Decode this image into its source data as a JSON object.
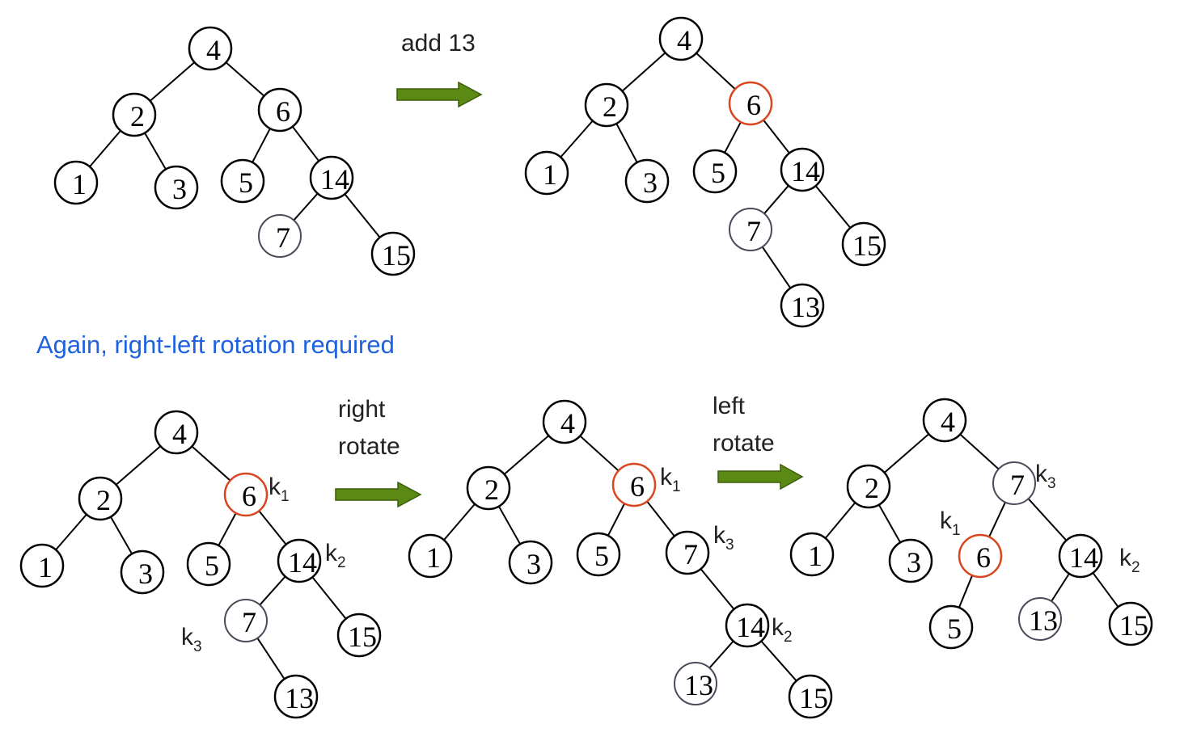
{
  "labels": {
    "add": "add 13",
    "caption": "Again, right-left rotation required",
    "right_rotate": [
      "right",
      "rotate"
    ],
    "left_rotate": [
      "left",
      "rotate"
    ]
  },
  "trees": [
    {
      "id": "before-insert",
      "nodes": [
        {
          "id": "n4",
          "value": "4"
        },
        {
          "id": "n2",
          "value": "2"
        },
        {
          "id": "n6",
          "value": "6"
        },
        {
          "id": "n1",
          "value": "1"
        },
        {
          "id": "n3",
          "value": "3"
        },
        {
          "id": "n5",
          "value": "5"
        },
        {
          "id": "n14",
          "value": "14"
        },
        {
          "id": "n7",
          "value": "7",
          "style": "gray"
        },
        {
          "id": "n15",
          "value": "15"
        }
      ],
      "edges": [
        [
          "n4",
          "n2"
        ],
        [
          "n4",
          "n6"
        ],
        [
          "n2",
          "n1"
        ],
        [
          "n2",
          "n3"
        ],
        [
          "n6",
          "n5"
        ],
        [
          "n6",
          "n14"
        ],
        [
          "n14",
          "n7"
        ],
        [
          "n14",
          "n15"
        ]
      ],
      "k_labels": []
    },
    {
      "id": "after-insert",
      "nodes": [
        {
          "id": "n4",
          "value": "4"
        },
        {
          "id": "n2",
          "value": "2"
        },
        {
          "id": "n6",
          "value": "6",
          "style": "red"
        },
        {
          "id": "n1",
          "value": "1"
        },
        {
          "id": "n3",
          "value": "3"
        },
        {
          "id": "n5",
          "value": "5"
        },
        {
          "id": "n14",
          "value": "14"
        },
        {
          "id": "n7",
          "value": "7",
          "style": "gray"
        },
        {
          "id": "n15",
          "value": "15"
        },
        {
          "id": "n13",
          "value": "13"
        }
      ],
      "edges": [
        [
          "n4",
          "n2"
        ],
        [
          "n4",
          "n6"
        ],
        [
          "n2",
          "n1"
        ],
        [
          "n2",
          "n3"
        ],
        [
          "n6",
          "n5"
        ],
        [
          "n6",
          "n14"
        ],
        [
          "n14",
          "n7"
        ],
        [
          "n14",
          "n15"
        ],
        [
          "n7",
          "n13"
        ]
      ],
      "k_labels": []
    },
    {
      "id": "rotation-start",
      "nodes": [
        {
          "id": "n4",
          "value": "4"
        },
        {
          "id": "n2",
          "value": "2"
        },
        {
          "id": "n6",
          "value": "6",
          "style": "red"
        },
        {
          "id": "n1",
          "value": "1"
        },
        {
          "id": "n3",
          "value": "3"
        },
        {
          "id": "n5",
          "value": "5"
        },
        {
          "id": "n14",
          "value": "14"
        },
        {
          "id": "n7",
          "value": "7",
          "style": "gray"
        },
        {
          "id": "n15",
          "value": "15"
        },
        {
          "id": "n13",
          "value": "13"
        }
      ],
      "edges": [
        [
          "n4",
          "n2"
        ],
        [
          "n4",
          "n6"
        ],
        [
          "n2",
          "n1"
        ],
        [
          "n2",
          "n3"
        ],
        [
          "n6",
          "n5"
        ],
        [
          "n6",
          "n14"
        ],
        [
          "n14",
          "n7"
        ],
        [
          "n14",
          "n15"
        ],
        [
          "n7",
          "n13"
        ]
      ],
      "k_labels": [
        {
          "main": "k",
          "sub": "1"
        },
        {
          "main": "k",
          "sub": "2"
        },
        {
          "main": "k",
          "sub": "3"
        }
      ]
    },
    {
      "id": "after-right-rotate",
      "nodes": [
        {
          "id": "n4",
          "value": "4"
        },
        {
          "id": "n2",
          "value": "2"
        },
        {
          "id": "n6",
          "value": "6",
          "style": "red"
        },
        {
          "id": "n1",
          "value": "1"
        },
        {
          "id": "n3",
          "value": "3"
        },
        {
          "id": "n5",
          "value": "5"
        },
        {
          "id": "n7",
          "value": "7"
        },
        {
          "id": "n14",
          "value": "14"
        },
        {
          "id": "n13",
          "value": "13",
          "style": "gray"
        },
        {
          "id": "n15",
          "value": "15"
        }
      ],
      "edges": [
        [
          "n4",
          "n2"
        ],
        [
          "n4",
          "n6"
        ],
        [
          "n2",
          "n1"
        ],
        [
          "n2",
          "n3"
        ],
        [
          "n6",
          "n5"
        ],
        [
          "n6",
          "n7"
        ],
        [
          "n7",
          "n14"
        ],
        [
          "n14",
          "n13"
        ],
        [
          "n14",
          "n15"
        ]
      ],
      "k_labels": [
        {
          "main": "k",
          "sub": "1"
        },
        {
          "main": "k",
          "sub": "3"
        },
        {
          "main": "k",
          "sub": "2"
        }
      ]
    },
    {
      "id": "after-left-rotate",
      "nodes": [
        {
          "id": "n4",
          "value": "4"
        },
        {
          "id": "n2",
          "value": "2"
        },
        {
          "id": "n7",
          "value": "7",
          "style": "gray"
        },
        {
          "id": "n1",
          "value": "1"
        },
        {
          "id": "n3",
          "value": "3"
        },
        {
          "id": "n6",
          "value": "6",
          "style": "red"
        },
        {
          "id": "n14",
          "value": "14"
        },
        {
          "id": "n5",
          "value": "5"
        },
        {
          "id": "n13",
          "value": "13",
          "style": "gray"
        },
        {
          "id": "n15",
          "value": "15"
        }
      ],
      "edges": [
        [
          "n4",
          "n2"
        ],
        [
          "n4",
          "n7"
        ],
        [
          "n2",
          "n1"
        ],
        [
          "n2",
          "n3"
        ],
        [
          "n7",
          "n6"
        ],
        [
          "n7",
          "n14"
        ],
        [
          "n6",
          "n5"
        ],
        [
          "n14",
          "n13"
        ],
        [
          "n14",
          "n15"
        ]
      ],
      "k_labels": [
        {
          "main": "k",
          "sub": "3"
        },
        {
          "main": "k",
          "sub": "1"
        },
        {
          "main": "k",
          "sub": "2"
        }
      ]
    }
  ],
  "colors": {
    "highlight": "#d8461f",
    "arrow": "#5a8a14",
    "caption": "#1e62e0"
  }
}
